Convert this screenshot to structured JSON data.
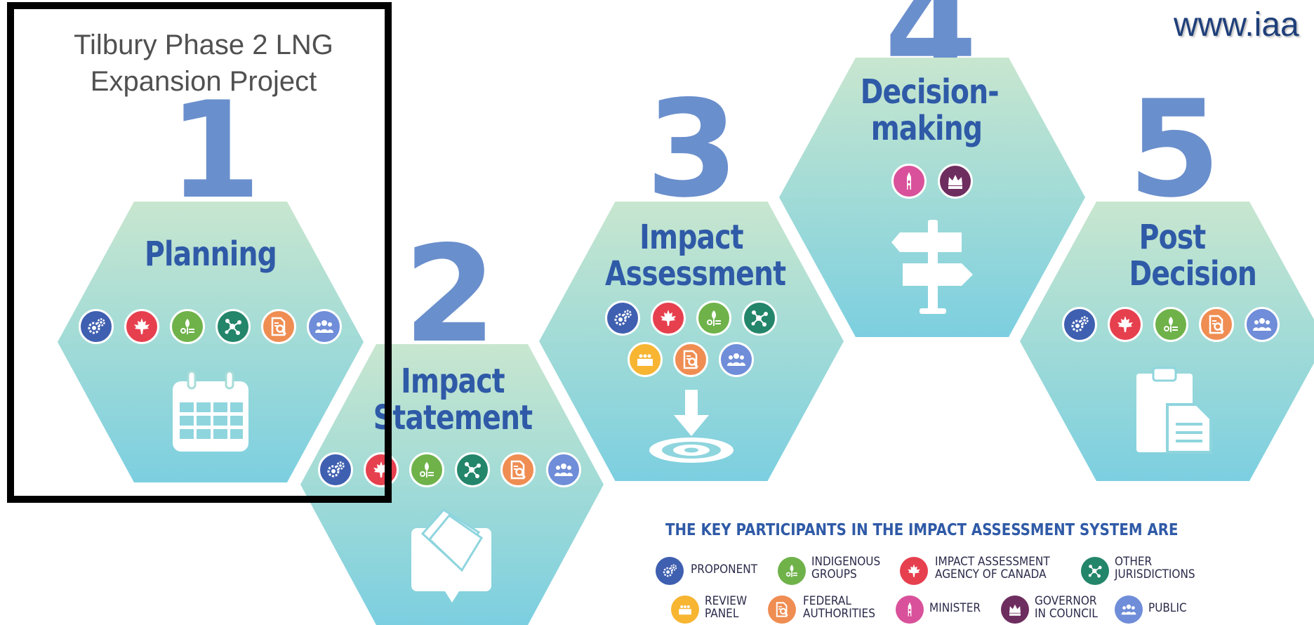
{
  "overlay_title": "Tilbury Phase 2 LNG Expansion Project",
  "url": "www.iaa",
  "stages": [
    {
      "number": "1",
      "title": "Planning"
    },
    {
      "number": "2",
      "title": "Impact Statement"
    },
    {
      "number": "3",
      "title": "Impact Assessment"
    },
    {
      "number": "4",
      "title": "Decision-making"
    },
    {
      "number": "5",
      "title": "Post Decision"
    }
  ],
  "legend": {
    "title": "THE KEY PARTICIPANTS IN THE IMPACT ASSESSMENT SYSTEM ARE",
    "items": [
      {
        "label_1": "PROPONENT",
        "label_2": "",
        "icon": "gears-icon",
        "color": "#3f5fb0"
      },
      {
        "label_1": "INDIGENOUS",
        "label_2": "GROUPS",
        "icon": "plant-icon",
        "color": "#6fb24a"
      },
      {
        "label_1": "IMPACT ASSESSMENT",
        "label_2": "AGENCY OF CANADA",
        "icon": "maple-leaf-icon",
        "color": "#e6404f"
      },
      {
        "label_1": "OTHER",
        "label_2": "JURISDICTIONS",
        "icon": "network-icon",
        "color": "#23856a"
      },
      {
        "label_1": "REVIEW",
        "label_2": "PANEL",
        "icon": "panel-icon",
        "color": "#f7b532"
      },
      {
        "label_1": "FEDERAL",
        "label_2": "AUTHORITIES",
        "icon": "document-search-icon",
        "color": "#ef8d52"
      },
      {
        "label_1": "MINISTER",
        "label_2": "",
        "icon": "parliament-tower-icon",
        "color": "#d9519a"
      },
      {
        "label_1": "GOVERNOR",
        "label_2": "IN COUNCIL",
        "icon": "crown-icon",
        "color": "#6e2d5f"
      },
      {
        "label_1": "PUBLIC",
        "label_2": "",
        "icon": "people-icon",
        "color": "#6f8dd8"
      }
    ]
  }
}
